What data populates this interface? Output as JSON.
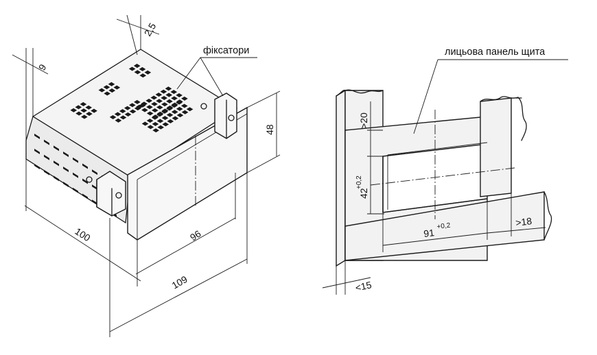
{
  "left_view": {
    "callout": "фіксатори",
    "dims": {
      "d_2_5": "2,5",
      "d_9": "9",
      "d_48": "48",
      "d_100": "100",
      "d_96": "96",
      "d_109": "109"
    }
  },
  "right_view": {
    "callout": "лицьова панель щита",
    "dims": {
      "d_gt20": ">20",
      "d_42": "42",
      "d_42_tol": "+0,2",
      "d_91": "91",
      "d_91_tol": "+0,2",
      "d_gt18": ">18",
      "d_lt15": "<15"
    }
  }
}
